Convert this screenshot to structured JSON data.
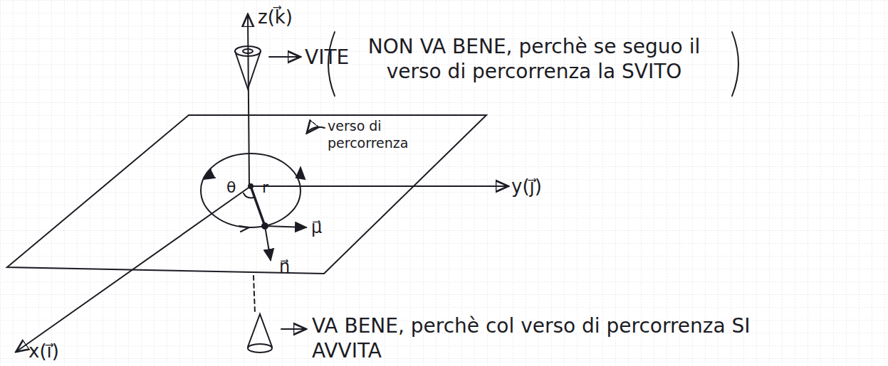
{
  "diagram": {
    "labels": [
      "z(k⃗)",
      "VITE",
      "NON VA BENE, perchè se seguo il verso di percorrenza la SVITO",
      "verso di percorrenza",
      "θ",
      "r",
      "μ⃗",
      "n⃗",
      "y(j⃗)",
      "x(i⃗)",
      "VA BENE, perchè col verso di percorrenza SI AVVITA"
    ]
  }
}
